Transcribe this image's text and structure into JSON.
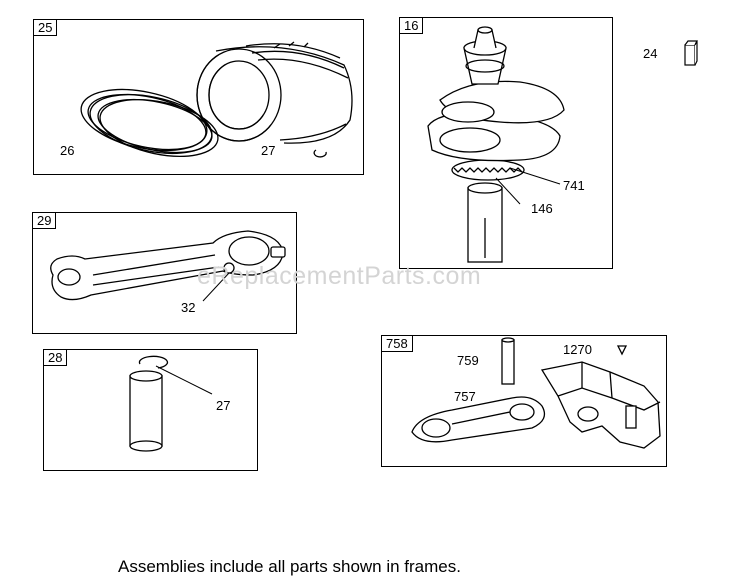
{
  "frames": {
    "piston": {
      "tag": "25",
      "labels": {
        "rings": "26",
        "clip": "27"
      }
    },
    "crank": {
      "tag": "16",
      "labels": {
        "gear": "741",
        "bearing": "146"
      }
    },
    "rod": {
      "tag": "29",
      "labels": {
        "bolt": "32"
      }
    },
    "pin": {
      "tag": "28",
      "labels": {
        "clip": "27"
      }
    },
    "balancer": {
      "tag": "758",
      "labels": {
        "dowel": "759",
        "screw": "1270",
        "link": "757"
      }
    }
  },
  "loose_parts": {
    "key": "24"
  },
  "watermark": "eReplacementParts.com",
  "caption": "Assemblies include all parts shown in frames."
}
